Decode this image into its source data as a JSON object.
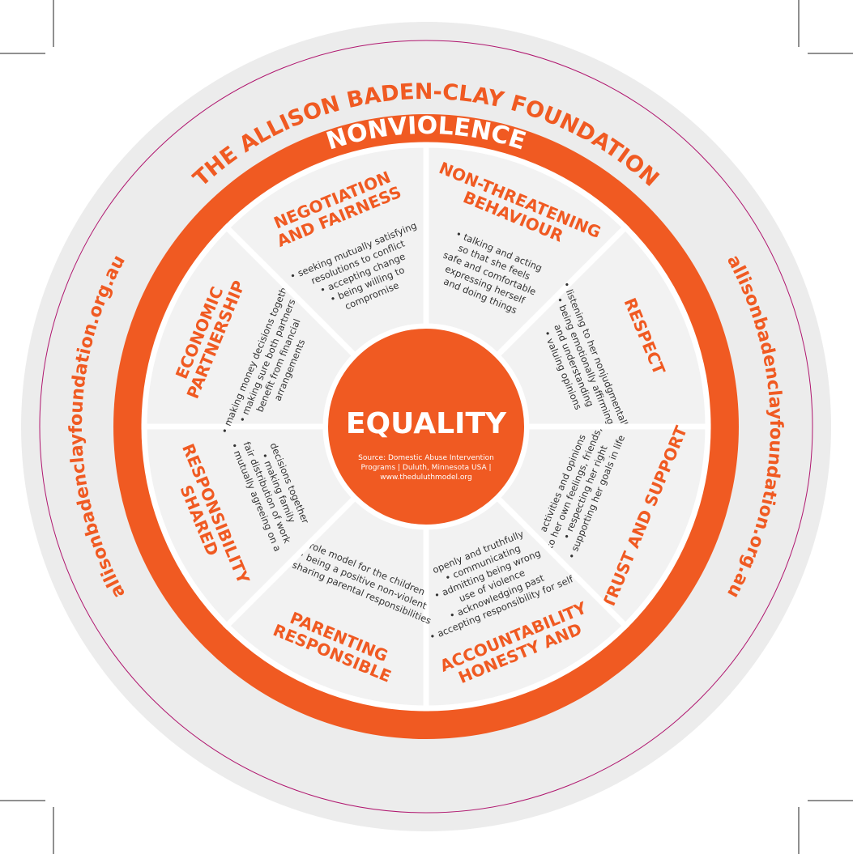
{
  "colors": {
    "accent": "#f05a22",
    "segment_fill": "#f2f2f2",
    "outer_fill": "#ececec",
    "hairline": "#b0176f",
    "text": "#333333"
  },
  "foundation_name": "THE ALLISON BADEN-CLAY FOUNDATION",
  "website": "allisonbadenclayfoundation.org.au",
  "band_label": "NONVIOLENCE",
  "center": {
    "title": "EQUALITY",
    "source_lines": [
      "Source: Domestic Abuse Intervention",
      "Programs | Duluth, Minnesota USA |",
      "www.theduluthmodel.org"
    ]
  },
  "segments": [
    {
      "title": [
        "NON-THREATENING",
        "BEHAVIOUR"
      ],
      "lines": [
        "• talking and acting",
        "so that she feels",
        "safe and comfortable",
        "expressing herself",
        "and doing things"
      ]
    },
    {
      "title": [
        "RESPECT"
      ],
      "lines": [
        "• listening to her nonjudgmentally",
        "• being emotionally affirming",
        "and understanding",
        "• valuing opinions"
      ]
    },
    {
      "title": [
        "TRUST AND SUPPORT"
      ],
      "lines": [
        "• supporting her goals in life",
        "• respecting her right",
        "to her own feelings, friends,",
        "activities and opinions"
      ]
    },
    {
      "title": [
        "HONESTY AND",
        "ACCOUNTABILITY"
      ],
      "lines": [
        "• accepting responsibility for self",
        "• acknowledging past",
        "use of violence",
        "• admitting being wrong",
        "• communicating",
        "openly and truthfully"
      ]
    },
    {
      "title": [
        "RESPONSIBLE",
        "PARENTING"
      ],
      "lines": [
        "• sharing parental responsibilities",
        "• being a positive non-violent",
        "role model for the children"
      ]
    },
    {
      "title": [
        "SHARED",
        "RESPONSIBILITY"
      ],
      "lines": [
        "• mutually agreeing on a",
        "fair distribution of work",
        "• making family",
        "decisions together"
      ]
    },
    {
      "title": [
        "ECONOMIC",
        "PARTNERSHIP"
      ],
      "lines": [
        "• making money decisions together",
        "• making sure both partners",
        "benefit from financial",
        "arrangements"
      ]
    },
    {
      "title": [
        "NEGOTIATION",
        "AND FAIRNESS"
      ],
      "lines": [
        "• seeking mutually satisfying",
        "resolutions to conflict",
        "• accepting change",
        "• being willing to",
        "compromise"
      ]
    }
  ]
}
